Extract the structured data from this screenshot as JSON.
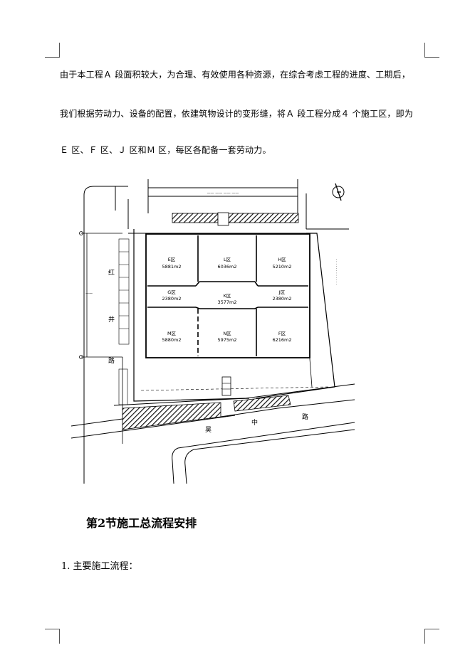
{
  "paragraphs": [
    "由于本工程Ａ 段面积较大，为合理、有效使用各种资源，在综合考虑工程的进度、工期后，",
    "我们根据劳动力、设备的配置，依建筑物设计的变形缝，将Ａ 段工程分成４ 个施工区，即为",
    "Ｅ 区、Ｆ 区、Ｊ 区和Ｍ 区，每区各配备一套劳动力。"
  ],
  "site_plan": {
    "zones": [
      {
        "name": "E区",
        "area": "5881m2"
      },
      {
        "name": "L区",
        "area": "6036m2"
      },
      {
        "name": "H区",
        "area": "5210m2"
      },
      {
        "name": "G区",
        "area": "2380m2"
      },
      {
        "name": "K区",
        "area": "3577m2"
      },
      {
        "name": "J区",
        "area": "2380m2"
      },
      {
        "name": "M区",
        "area": "5880m2"
      },
      {
        "name": "N区",
        "area": "5975m2"
      },
      {
        "name": "F区",
        "area": "6216m2"
      }
    ],
    "road_west_chars": [
      "红",
      "井",
      "路"
    ],
    "road_south_chars": [
      "昊",
      "中",
      "路"
    ]
  },
  "section_heading": "第2节施工总流程安排",
  "list_item": "1. 主要施工流程："
}
